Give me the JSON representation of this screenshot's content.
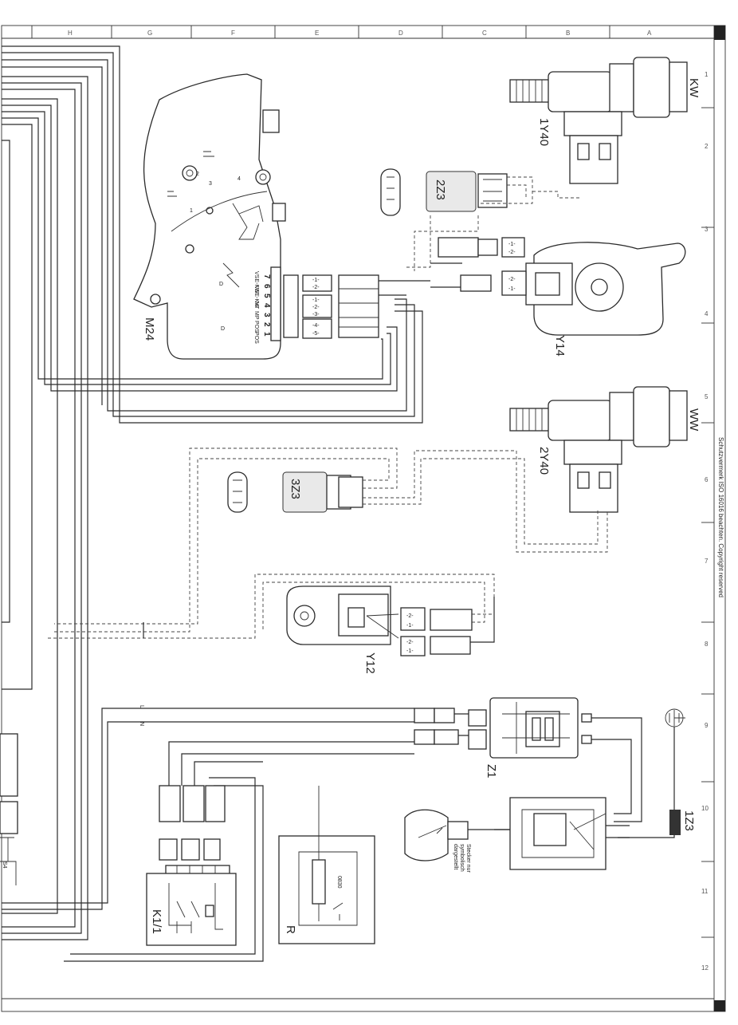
{
  "grid": {
    "top_letters": [
      "H",
      "G",
      "F",
      "E",
      "D",
      "C",
      "B",
      "A"
    ],
    "right_numbers": [
      "1",
      "2",
      "3",
      "4",
      "5",
      "6",
      "7",
      "8",
      "9",
      "10",
      "11",
      "12"
    ]
  },
  "copyright": "Schutzvermerk ISO 16016 beachten.  Copyright reserved",
  "components": {
    "kw": "KW",
    "y140": "1Y40",
    "zz3": "2Z3",
    "m24": "M24",
    "y14": "Y14",
    "ww": "WW",
    "y240": "2Y40",
    "zzz3": "3Z3",
    "y12": "Y12",
    "z1": "Z1",
    "iz3": "1Z3",
    "k11": "K1/1",
    "r": "R",
    "s4": "S4"
  },
  "m24_pins": {
    "labels": [
      "POS",
      "POS",
      "MP",
      "HT",
      "VSE-KW",
      "VSE-KW"
    ],
    "numbers": [
      "1",
      "2",
      "3",
      "4",
      "5",
      "6",
      "7"
    ]
  },
  "wire_labels": {
    "l": "L",
    "n": "N"
  },
  "plug_note": [
    "Stecker nur",
    "symbolisch",
    "dargestellt"
  ],
  "connectors": [
    "-1-",
    "-2-",
    "-3-",
    "-4-",
    "-5-"
  ],
  "resistor_value": "0830"
}
